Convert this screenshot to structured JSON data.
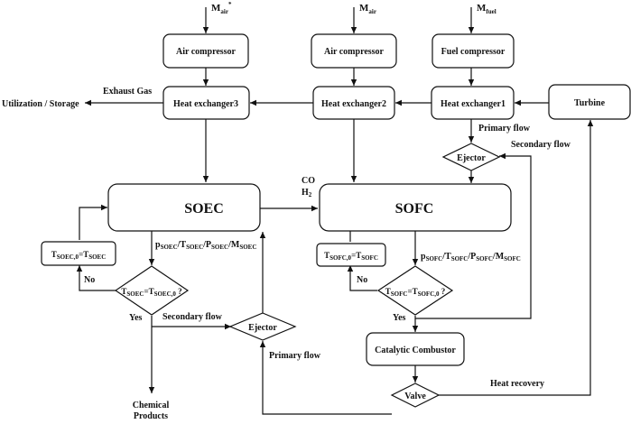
{
  "inputs": {
    "m_air_star": {
      "base": "M",
      "sub": "air",
      "sup": "*"
    },
    "m_air": {
      "base": "M",
      "sub": "air"
    },
    "m_fuel": {
      "base": "M",
      "sub": "fuel"
    }
  },
  "boxes": {
    "air_compressor_left": "Air compressor",
    "air_compressor_mid": "Air compressor",
    "fuel_compressor": "Fuel compressor",
    "heat_exchanger3": "Heat exchanger3",
    "heat_exchanger2": "Heat exchanger2",
    "heat_exchanger1": "Heat exchanger1",
    "turbine": "Turbine",
    "soec": "SOEC",
    "sofc": "SOFC",
    "catalytic_combustor": "Catalytic Combustor"
  },
  "ejectors": {
    "top": "Ejector",
    "bottom": "Ejector"
  },
  "valve": "Valve",
  "labels": {
    "utilization_storage": "Utilization / Storage",
    "exhaust_gas": "Exhaust Gas",
    "co": "CO",
    "h2": {
      "base": "H",
      "sub": "2"
    },
    "primary_flow_top": "Primary flow",
    "secondary_flow_top": "Secondary flow",
    "secondary_flow_bottom": "Secondary flow",
    "primary_flow_bottom": "Primary flow",
    "heat_recovery": "Heat recovery",
    "chemical": "Chemical",
    "products": "Products",
    "no_left": "No",
    "yes_left": "Yes",
    "no_right": "No",
    "yes_right": "Yes"
  },
  "soec_state": [
    {
      "base": "p",
      "sub": "SOEC"
    },
    {
      "base": "/T",
      "sub": "SOEC"
    },
    {
      "base": "/P",
      "sub": "SOEC"
    },
    {
      "base": "/M",
      "sub": "SOEC"
    }
  ],
  "sofc_state": [
    {
      "base": "p",
      "sub": "SOFC"
    },
    {
      "base": "/T",
      "sub": "SOFC"
    },
    {
      "base": "/P",
      "sub": "SOFC"
    },
    {
      "base": "/M",
      "sub": "SOFC"
    }
  ],
  "soec_reset": [
    {
      "base": "T",
      "sub": "SOEC,0"
    },
    {
      "base": "=T",
      "sub": "SOEC"
    }
  ],
  "sofc_reset": [
    {
      "base": "T",
      "sub": "SOFC,0"
    },
    {
      "base": "=T",
      "sub": "SOFC"
    }
  ],
  "soec_check": [
    {
      "base": "T",
      "sub": "SOEC"
    },
    {
      "base": "=T",
      "sub": "SOEC,0"
    },
    {
      "base": " ?",
      "sub": ""
    }
  ],
  "sofc_check": [
    {
      "base": "T",
      "sub": "SOFC"
    },
    {
      "base": "=T",
      "sub": "SOFC,0"
    },
    {
      "base": " ?",
      "sub": ""
    }
  ]
}
